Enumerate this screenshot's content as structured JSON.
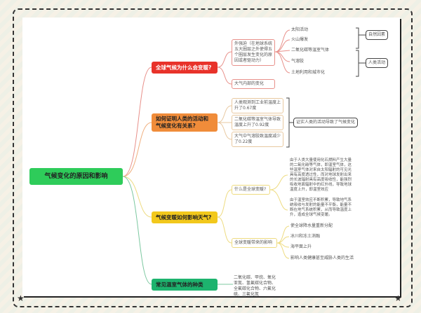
{
  "root": "气候变化的原因和影响",
  "colors": {
    "root": "#2ecc5a",
    "red": "#e8322a",
    "orange": "#f08c3a",
    "yellow": "#f2c81c",
    "green": "#1db36e"
  },
  "b1": {
    "title": "全球气候为什么会变暖?",
    "ext": "外强迫（在地球系统五大圈层之外使得五个圈层发生变化的原因或者驱动力）",
    "internal": "大气内部的变化",
    "leaves": [
      "太阳活动",
      "火山爆发",
      "二氧化碳等温室气体",
      "气溶胶",
      "土地利用和城市化"
    ],
    "natural": "自然因素",
    "human": "人类活动"
  },
  "b2": {
    "title": "如何证明人类的活动和气候变化有关系?",
    "items": [
      "人类观测到工业前温度上升了0.67度",
      "二氧化碳等温室气体导致温度上升了0.92度",
      "大气中气溶胶致温度减少了0.22度"
    ],
    "conclusion": "证实人类的活动导致了气候变化"
  },
  "b3": {
    "title": "气候变暖如何影响天气?",
    "what": "什么是全球变暖?",
    "p1": "由于人类大量使用化石燃料产生大量的二氧化碳等气体，即温室气体，这些温室气体对来自太阳辐射的可见光具有高度透过性，而对地球发射出来的长波辐射具有高度吸收性，能强烈吸收地面辐射中的红外线，导致地球温度上升，即温室效应",
    "p2": "由于温室效应不断积累，导致地气系统吸收与发射的能量不平衡，能量不断在地气系统积累，从而导致温度上升，造成全球气候变暖。",
    "effects": "全球变暖带来的影响",
    "leaves": [
      "使全球降水量重新分配",
      "冰川和冻土消融",
      "海平面上升",
      "影响人类健康甚至威胁人类的生活"
    ]
  },
  "b4": {
    "title": "常见温室气体的种类",
    "text": "二氧化碳、甲烷、氧化亚氮、氢氟碳化合物、全氟碳化合物、六氟化硫、三氟化氮"
  }
}
